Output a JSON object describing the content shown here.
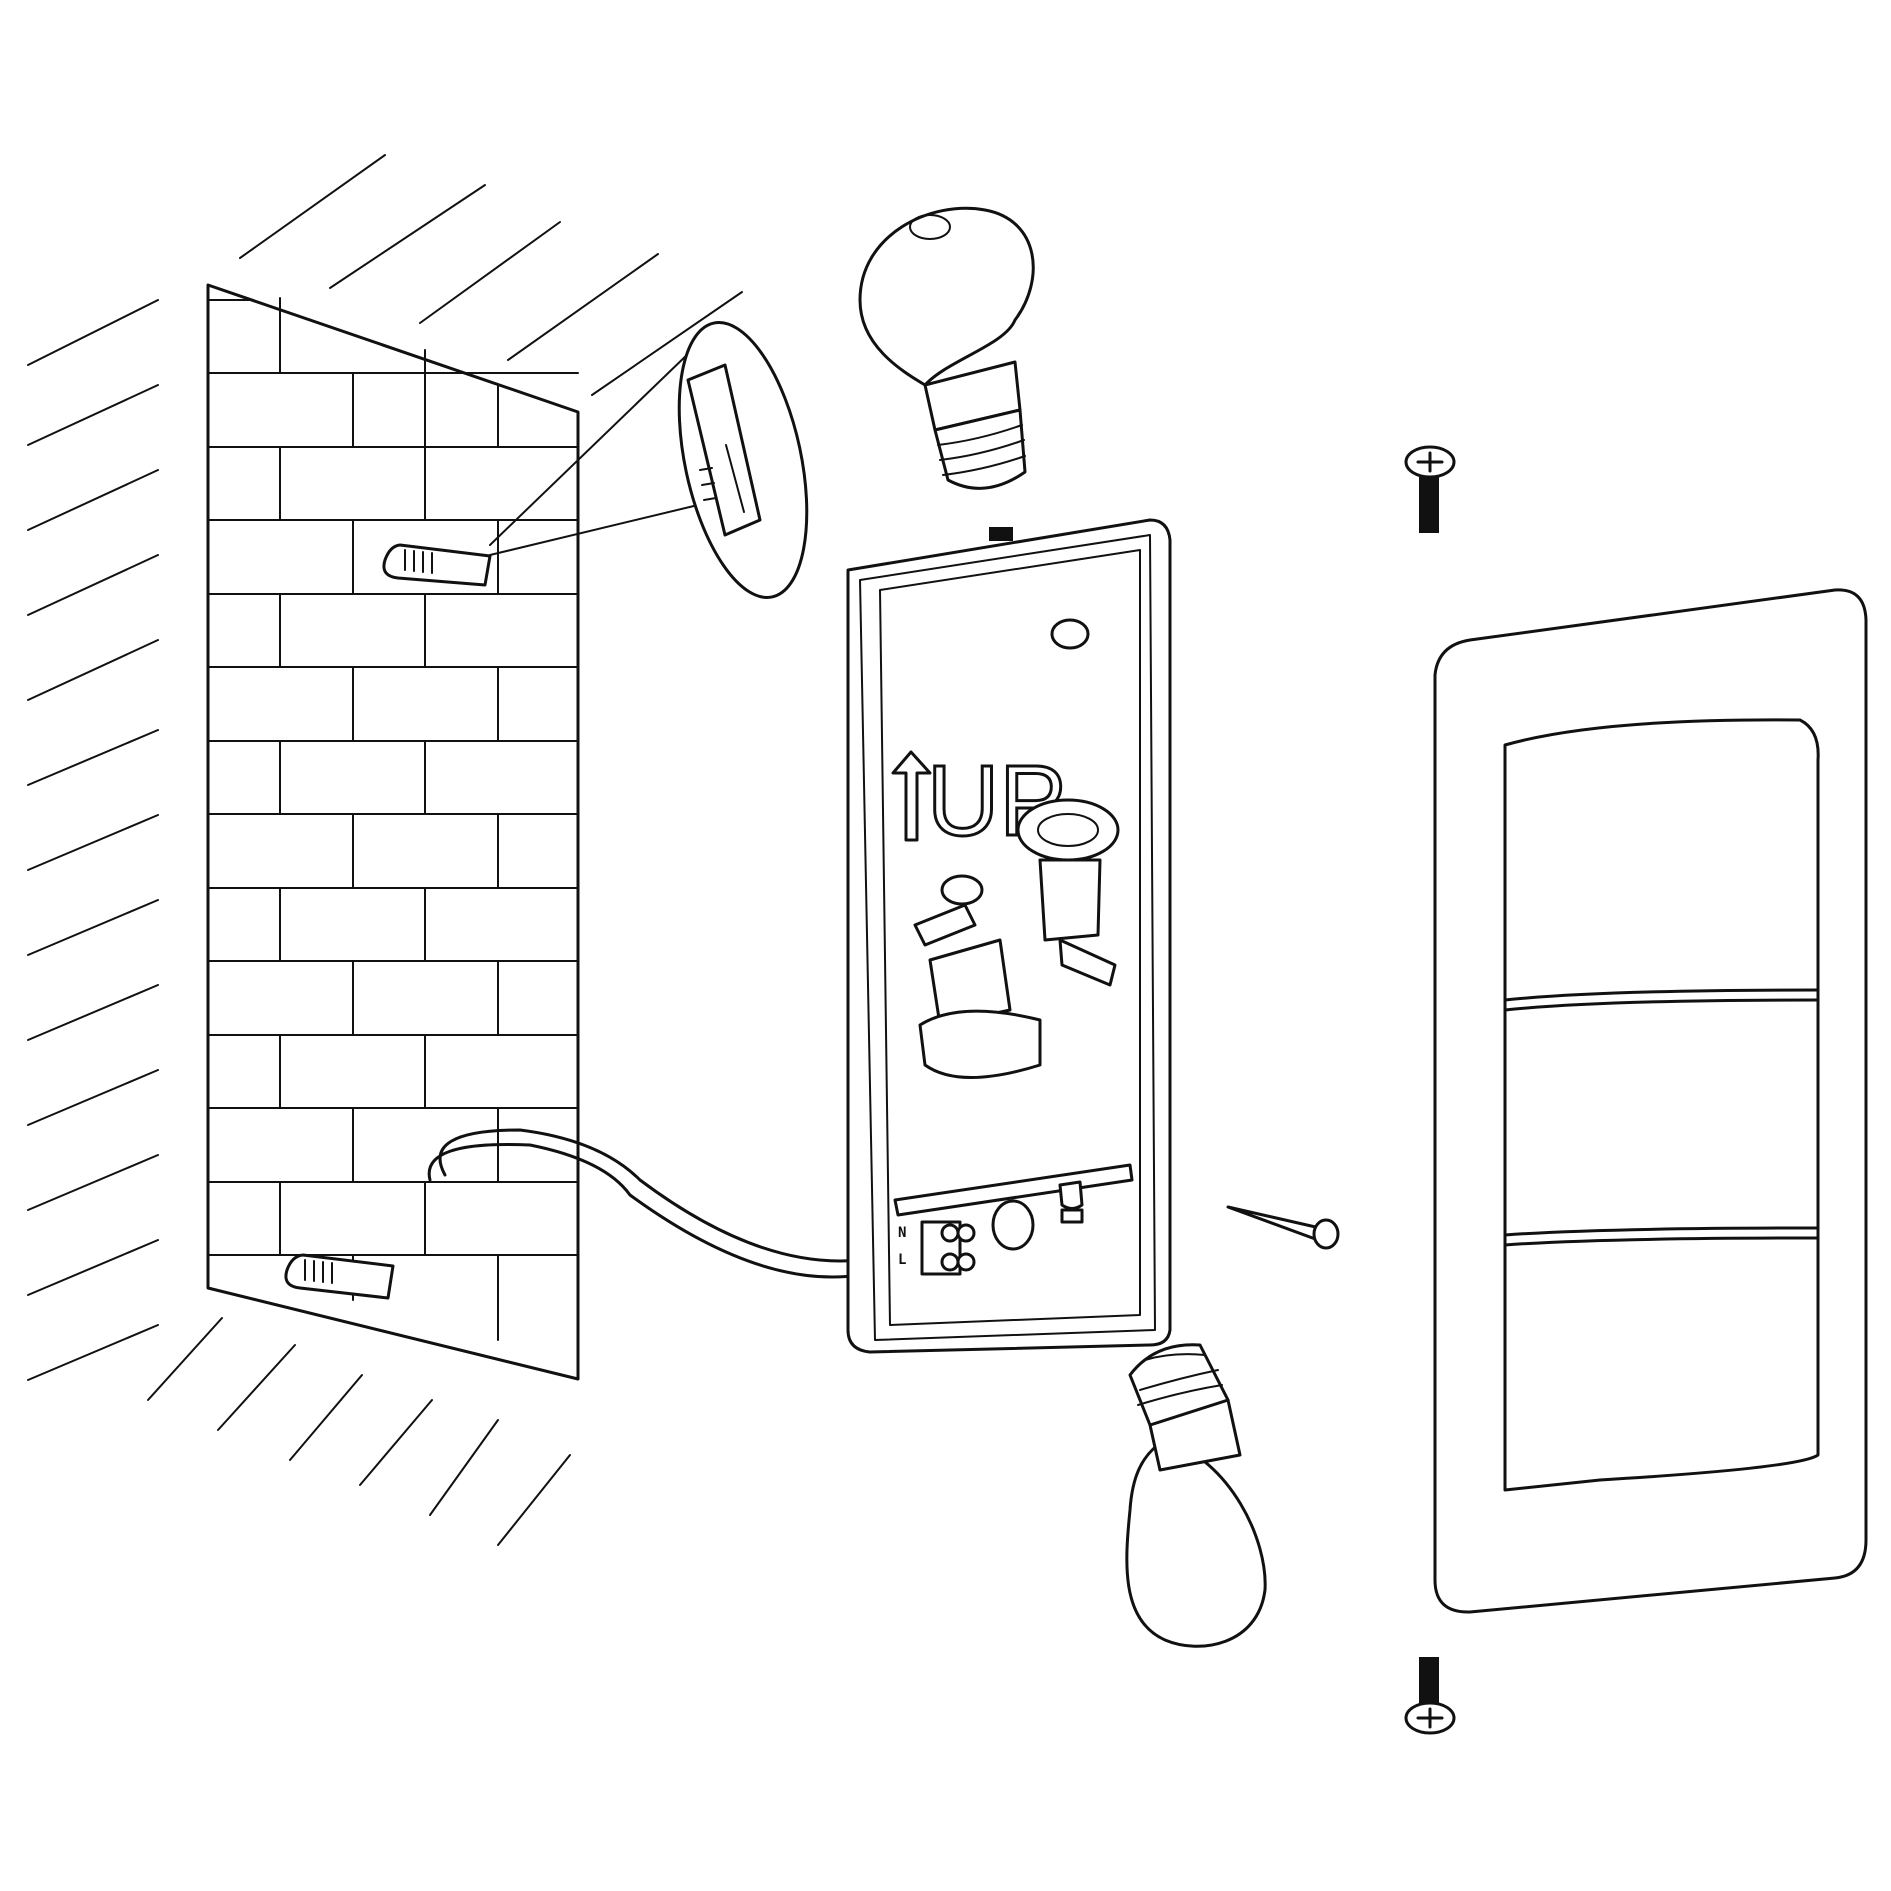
{
  "diagram": {
    "type": "exploded assembly / installation drawing",
    "mount_label": "UP",
    "terminal_labels": [
      "N",
      "L"
    ],
    "parts": [
      "wall",
      "wall-plug",
      "wall-plug-detail",
      "bulb",
      "screw",
      "mounting-plate",
      "lamp-socket",
      "terminal-block",
      "cable",
      "lamp-cover"
    ],
    "line_color": "#111111",
    "background": "#ffffff"
  }
}
